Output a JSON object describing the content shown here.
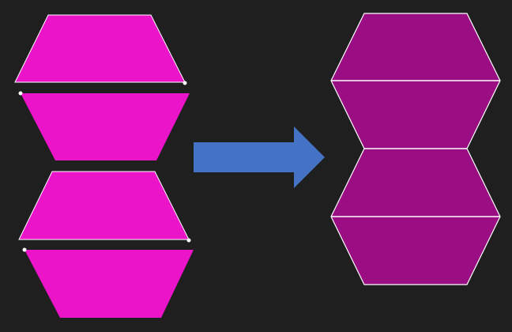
{
  "colors": {
    "background": "#1f1f1f",
    "pieces_fill": "#ec14c9",
    "result_fill": "#9b0d82",
    "outline": "#ffffff",
    "arrow_fill": "#4472c4"
  },
  "left_group": {
    "pieces": [
      {
        "name": "trapezoid-piece-1",
        "orientation": "narrow-top"
      },
      {
        "name": "trapezoid-piece-2",
        "orientation": "wide-top"
      },
      {
        "name": "trapezoid-piece-3",
        "orientation": "narrow-top"
      },
      {
        "name": "trapezoid-piece-4",
        "orientation": "wide-top"
      }
    ]
  },
  "arrow": {
    "icon": "right-arrow-icon",
    "direction": "right"
  },
  "right_group": {
    "pieces": [
      {
        "name": "assembled-piece-1",
        "orientation": "narrow-top"
      },
      {
        "name": "assembled-piece-2",
        "orientation": "wide-top"
      },
      {
        "name": "assembled-piece-3",
        "orientation": "narrow-top"
      },
      {
        "name": "assembled-piece-4",
        "orientation": "wide-top"
      }
    ]
  }
}
